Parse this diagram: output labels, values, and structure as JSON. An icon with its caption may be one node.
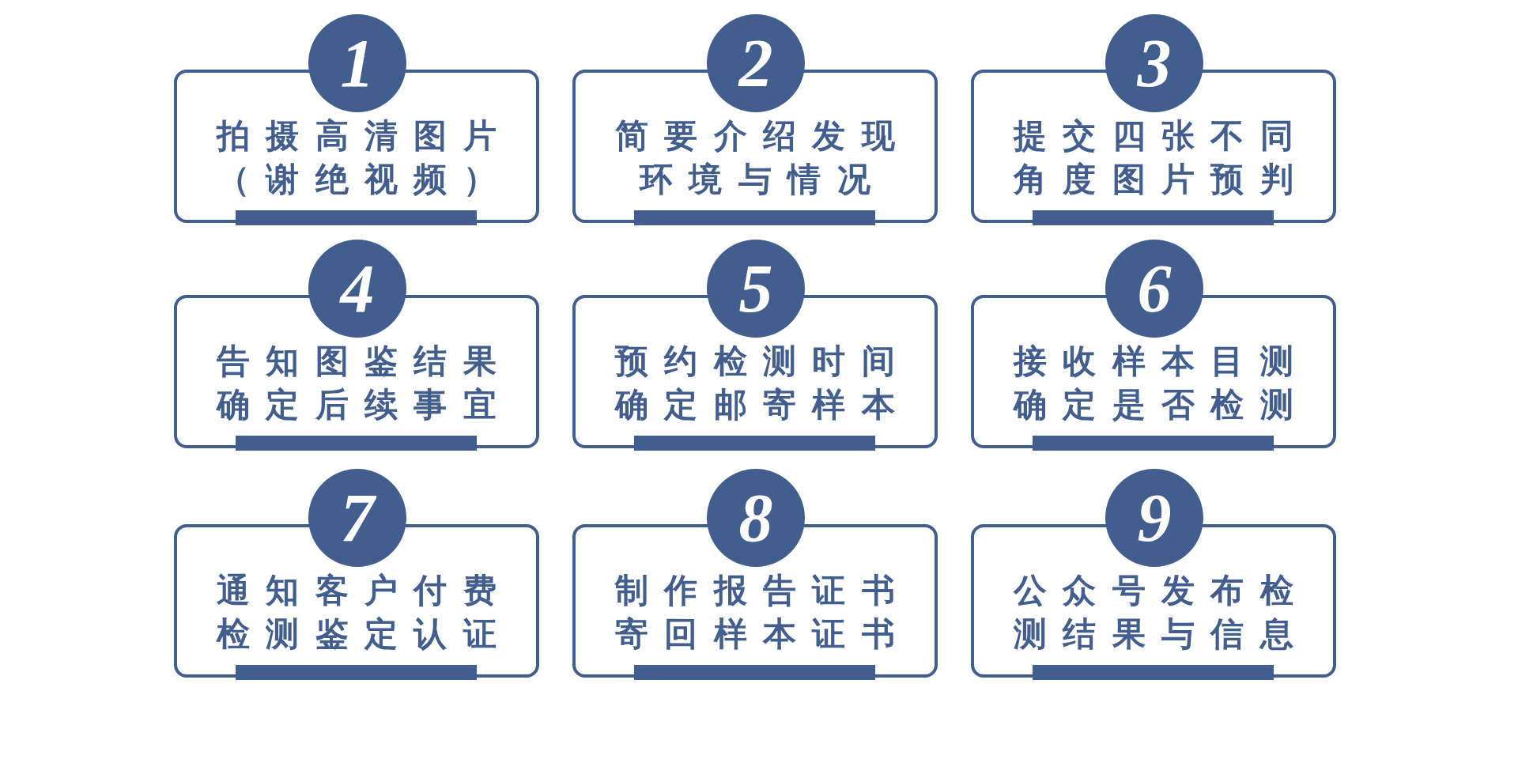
{
  "diagram": {
    "nodes": [
      {
        "text": [
          "1",
          "拍摄高清图片（谢绝视频）"
        ]
      },
      {
        "text": [
          "2",
          "简要介绍发现环境与情况"
        ]
      },
      {
        "text": [
          "3",
          "提交四张不同角度图片预判"
        ]
      },
      {
        "text": [
          "4",
          "告知图鉴结果确定后续事宜"
        ]
      },
      {
        "text": [
          "5",
          "预约检测时间确定邮寄样本"
        ]
      },
      {
        "text": [
          "6",
          "接收样本目测确定是否检测"
        ]
      },
      {
        "text": [
          "7",
          "通知客户付费检测鉴定认证"
        ]
      },
      {
        "text": [
          "8",
          "制作报告证书寄回样本证书"
        ]
      },
      {
        "text": [
          "9",
          "公众号发布检测结果与信息"
        ]
      }
    ]
  }
}
